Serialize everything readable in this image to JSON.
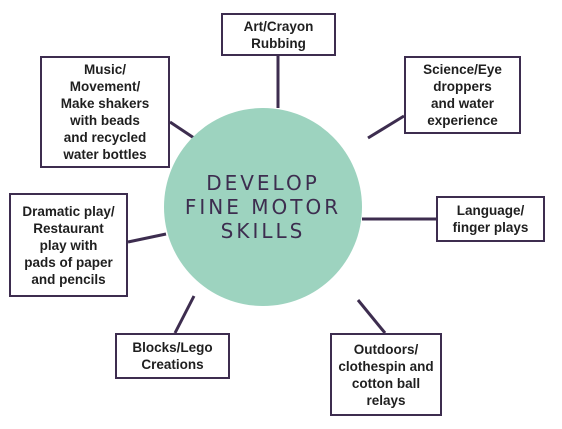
{
  "colors": {
    "circle_fill": "#9dd3bf",
    "border": "#3d2d4f",
    "center_text": "#3d2d4f",
    "node_text": "#1f1f1f"
  },
  "center": {
    "label": "DEVELOP\nFINE MOTOR\nSKILLS"
  },
  "nodes": {
    "art": "Art/Crayon\nRubbing",
    "science": "Science/Eye\ndroppers\nand water\nexperience",
    "music": "Music/\nMovement/\nMake shakers\nwith beads\nand recycled\nwater bottles",
    "language": "Language/\nfinger plays",
    "dramatic": "Dramatic play/\nRestaurant\nplay with\npads of paper\nand pencils",
    "blocks": "Blocks/Lego\nCreations",
    "outdoors": "Outdoors/\nclothespin and\ncotton ball\nrelays"
  }
}
